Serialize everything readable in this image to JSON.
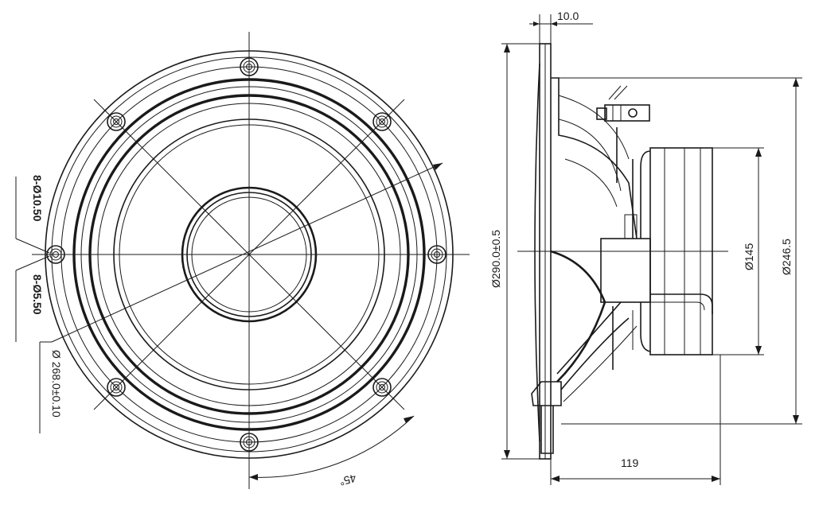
{
  "front_view": {
    "labels": {
      "mount_holes_large": "8-Ø10.50",
      "mount_holes_small": "8-Ø5.50",
      "bolt_circle": "Ø 268.0±0.10",
      "angle": "45°"
    }
  },
  "side_view": {
    "labels": {
      "flange_thickness": "10.0",
      "outer_diameter": "Ø290.0±0.5",
      "magnet_diameter": "Ø145",
      "cutout_diameter": "Ø246.5",
      "depth": "119"
    }
  }
}
